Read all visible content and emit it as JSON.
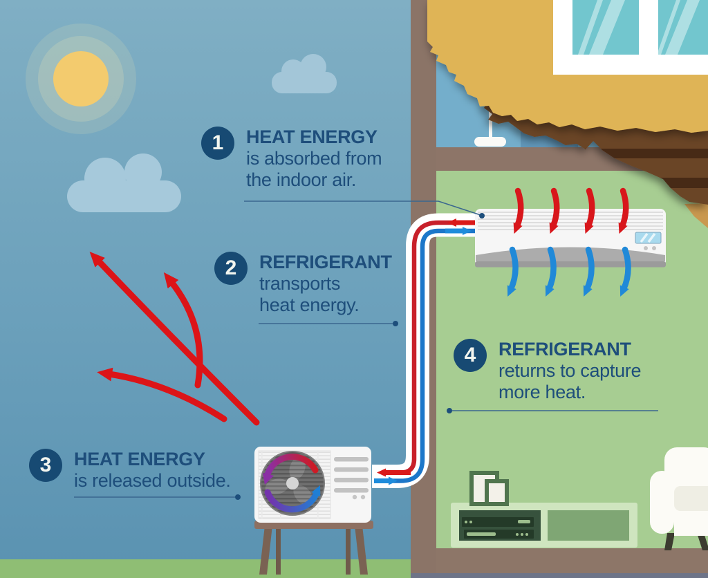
{
  "figure": {
    "kind": "infographic-diagram",
    "topic": "How a heat pump moves heat between indoor and outdoor units"
  },
  "steps": [
    {
      "number": "1",
      "heading": "HEAT ENERGY",
      "lines": [
        "is absorbed from",
        "the indoor air."
      ]
    },
    {
      "number": "2",
      "heading": "REFRIGERANT",
      "lines": [
        "transports",
        "heat energy."
      ]
    },
    {
      "number": "3",
      "heading": "HEAT ENERGY",
      "lines": [
        "is released outside."
      ]
    },
    {
      "number": "4",
      "heading": "REFRIGERANT",
      "lines": [
        "returns to capture",
        "more heat."
      ]
    }
  ],
  "scene": {
    "outdoor_elements": [
      "sun",
      "clouds",
      "heat-release-arrows",
      "outdoor-condenser-unit",
      "unit-stand",
      "grass"
    ],
    "indoor_elements": [
      "wall-mounted-indoor-unit",
      "warm-air-intake-arrows",
      "cool-air-output-arrows",
      "tv-console",
      "media-devices",
      "picture-frames",
      "armchair",
      "floor-lamp",
      "window",
      "torn-wall-cutaway"
    ],
    "refrigerant_loop": {
      "hot_line": "red line from indoor unit to outdoor unit",
      "cold_line": "blue line from outdoor unit back to indoor unit"
    }
  },
  "colors": {
    "text_navy": "#1E4E7B",
    "badge_navy": "#174A73",
    "callout_line": "#3A678F",
    "hot_red": "#DA1A1A",
    "cold_blue": "#1F8CDB",
    "pipe_red": "#C8202A",
    "pipe_blue": "#1C77C9",
    "sky_top": "#80AFC4",
    "sky_bottom": "#5A92B1",
    "grass_green": "#8FBE74",
    "interior_wall_green": "#A7CD92",
    "siding_yellow": "#DFB457",
    "window_glass_teal": "#72C6CE",
    "wall_section_brown": "#8B7467",
    "roof_layer_brown": "#6B4526",
    "sun_yellow": "#F3CB6E",
    "cloud_blue": "#A6C9DB"
  }
}
